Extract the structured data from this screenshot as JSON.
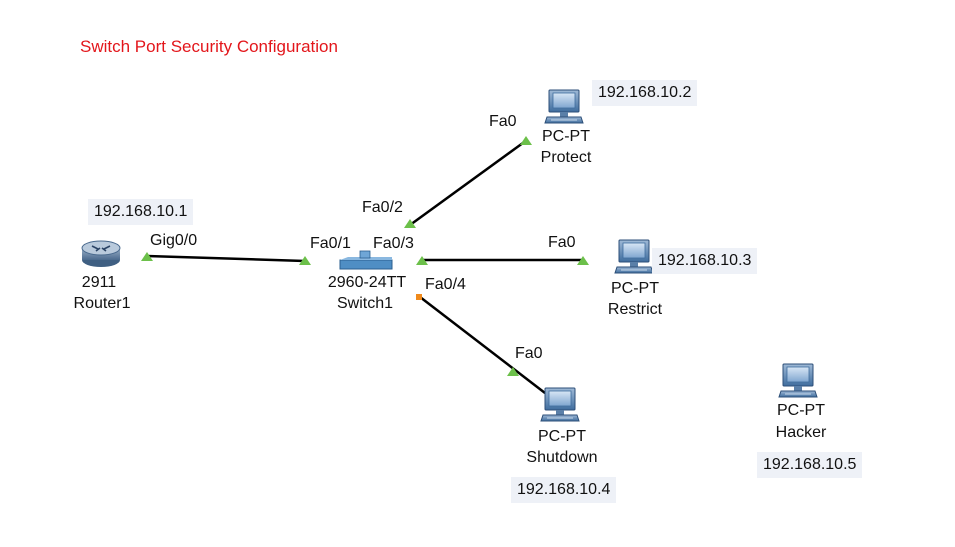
{
  "title": "Switch Port Security Configuration",
  "colors": {
    "title": "#e3161b",
    "link": "#000000",
    "port_up": "#6cc04a",
    "port_orange": "#f08a1c",
    "ip_box": "#eef1f7"
  },
  "devices": {
    "router": {
      "model": "2911",
      "name": "Router1",
      "ip": "192.168.10.1",
      "icon": "router-icon"
    },
    "switch": {
      "model": "2960-24TT",
      "name": "Switch1",
      "icon": "switch-icon"
    },
    "pc_protect": {
      "model": "PC-PT",
      "name": "Protect",
      "ip": "192.168.10.2",
      "icon": "pc-icon"
    },
    "pc_restrict": {
      "model": "PC-PT",
      "name": "Restrict",
      "ip": "192.168.10.3",
      "icon": "pc-icon"
    },
    "pc_shutdown": {
      "model": "PC-PT",
      "name": "Shutdown",
      "ip": "192.168.10.4",
      "icon": "pc-icon"
    },
    "pc_hacker": {
      "model": "PC-PT",
      "name": "Hacker",
      "ip": "192.168.10.5",
      "icon": "pc-icon"
    }
  },
  "ports": {
    "router_gig": "Gig0/0",
    "sw_fa01": "Fa0/1",
    "sw_fa02": "Fa0/2",
    "sw_fa03": "Fa0/3",
    "sw_fa04": "Fa0/4",
    "protect_fa": "Fa0",
    "restrict_fa": "Fa0",
    "shutdown_fa": "Fa0"
  },
  "links": [
    {
      "from": "Router1",
      "from_port": "Gig0/0",
      "to": "Switch1",
      "to_port": "Fa0/1",
      "status": "up"
    },
    {
      "from": "Switch1",
      "from_port": "Fa0/2",
      "to": "Protect",
      "to_port": "Fa0",
      "status": "up"
    },
    {
      "from": "Switch1",
      "from_port": "Fa0/3",
      "to": "Restrict",
      "to_port": "Fa0",
      "status": "up"
    },
    {
      "from": "Switch1",
      "from_port": "Fa0/4",
      "to": "Shutdown",
      "to_port": "Fa0",
      "status": "orange"
    }
  ]
}
